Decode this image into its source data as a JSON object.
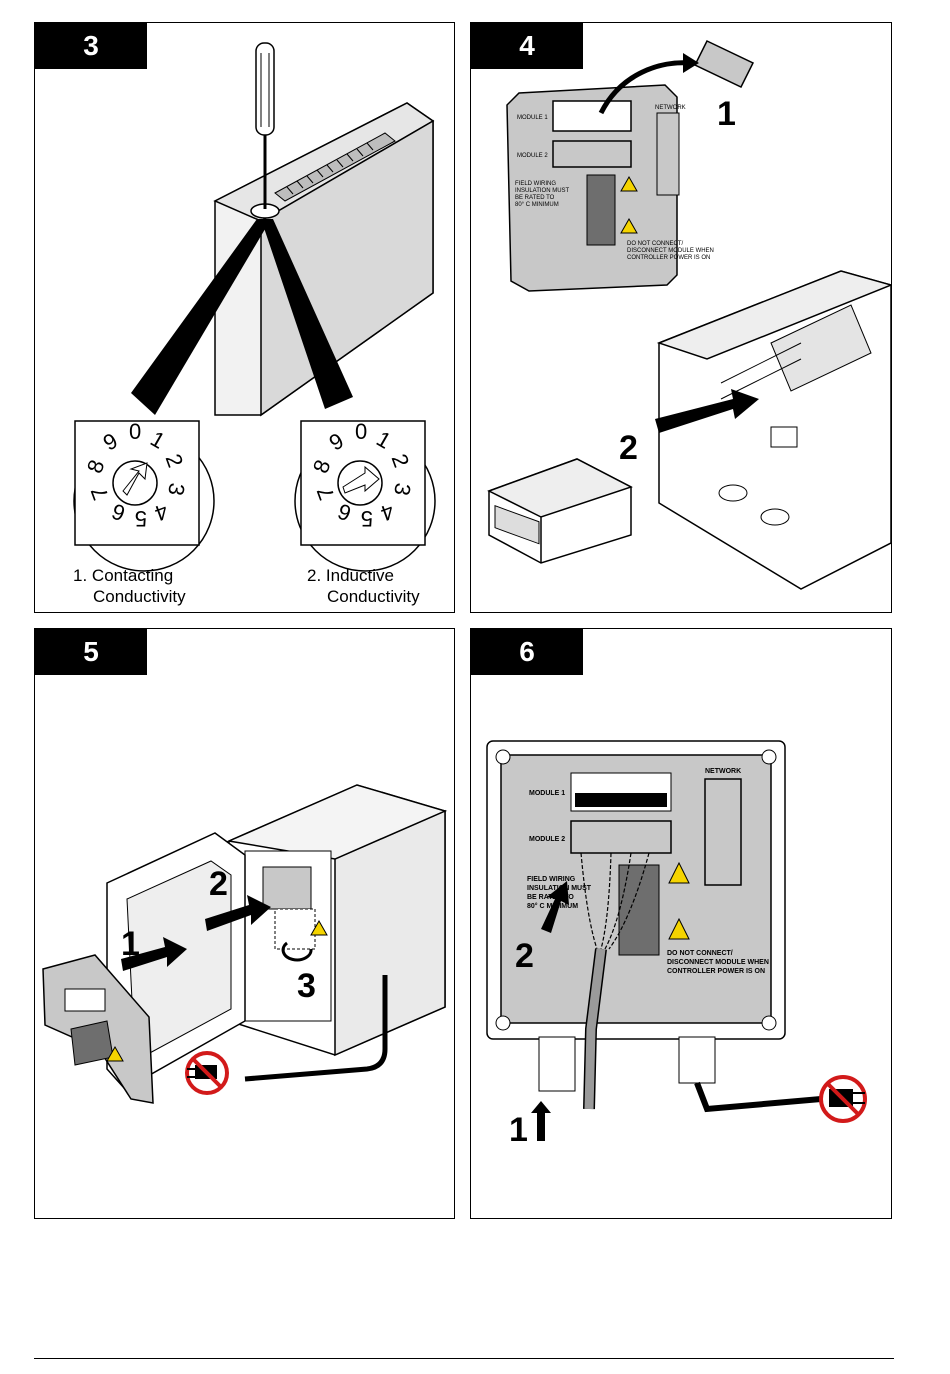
{
  "panels": [
    {
      "step": "3",
      "captions": [
        {
          "number": "1.",
          "line1": "Contacting",
          "line2": "Conductivity"
        },
        {
          "number": "2.",
          "line1": "Inductive",
          "line2": "Conductivity"
        }
      ],
      "dial_digits": [
        "0",
        "1",
        "2",
        "3",
        "4",
        "5",
        "6",
        "7",
        "8",
        "9"
      ]
    },
    {
      "step": "4",
      "module_labels": {
        "module1": "MODULE 1",
        "module2": "MODULE 2",
        "network": "NETWORK",
        "field_wiring": [
          "FIELD WIRING",
          "INSULATION MUST",
          "BE RATED TO",
          "80° C MINIMUM"
        ],
        "warning": [
          "DO NOT CONNECT/",
          "DISCONNECT MODULE WHEN",
          "CONTROLLER POWER IS ON"
        ]
      },
      "callouts": [
        "1",
        "2"
      ]
    },
    {
      "step": "5",
      "callouts": [
        "1",
        "2",
        "3"
      ]
    },
    {
      "step": "6",
      "module_labels": {
        "module1": "MODULE 1",
        "module2": "MODULE 2",
        "network": "NETWORK",
        "field_wiring": [
          "FIELD WIRING",
          "INSULATION MUST",
          "BE RATED TO",
          "80° C MINIMUM"
        ],
        "warning": [
          "DO NOT CONNECT/",
          "DISCONNECT MODULE WHEN",
          "CONTROLLER POWER IS ON"
        ]
      },
      "callouts": [
        "1",
        "2"
      ]
    }
  ],
  "colors": {
    "panel_border": "#000000",
    "module_gray": "#c8c8c8",
    "dark_gray": "#6e6e6e",
    "warning_yellow": "#f5d400",
    "prohibit_red": "#d21a1a"
  }
}
